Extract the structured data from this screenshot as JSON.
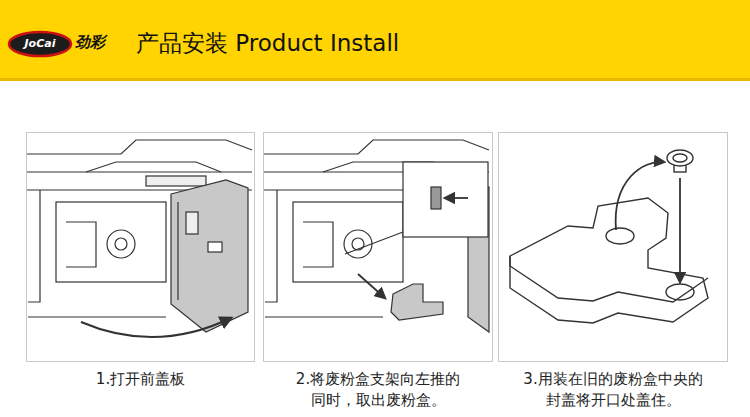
{
  "diagram": {
    "title": "产品安装 Product Install",
    "nodes": [
      {
        "text": [
          "1.打开前盖板"
        ]
      },
      {
        "text": [
          "2.将废粉盒支架向左推的 同时，取出废粉盒。"
        ]
      },
      {
        "text": [
          "3.用装在旧的废粉盒中央的 封盖将开口处盖住。"
        ]
      }
    ],
    "labels": [
      "JoCai",
      "劲彩"
    ]
  }
}
